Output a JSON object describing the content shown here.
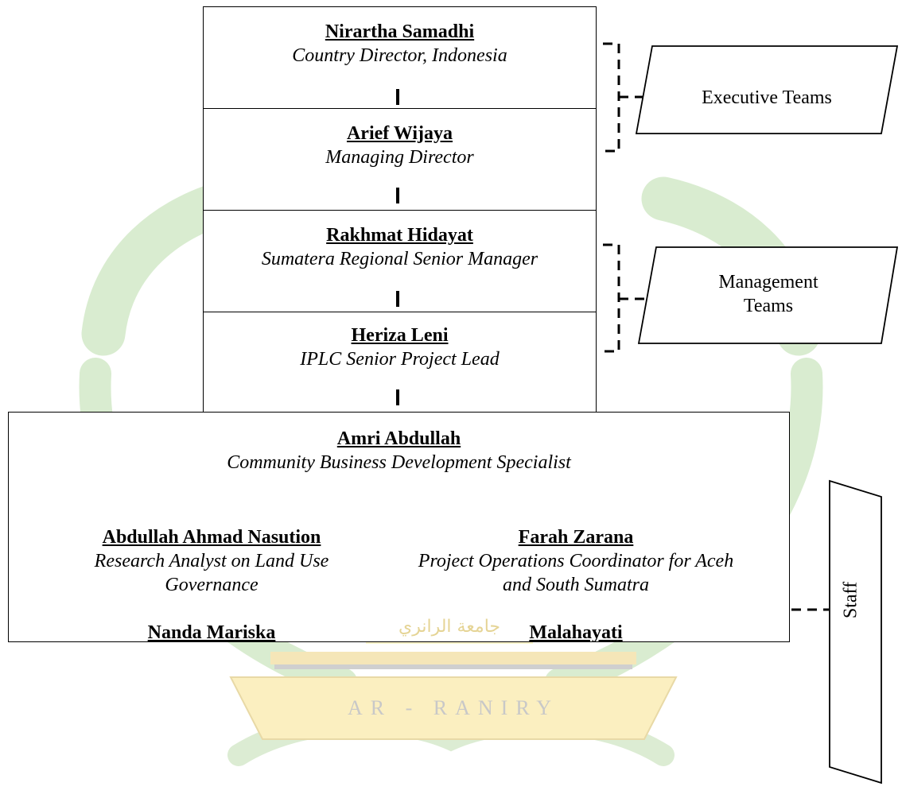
{
  "watermark": {
    "arabic": "جامعة الرانري",
    "latin": "AR - RANIRY"
  },
  "colors": {
    "watermark_green": "#c6e3b5",
    "watermark_yellow": "#fbe9a8",
    "line": "#000000"
  },
  "chain": [
    {
      "name": "Nirartha Samadhi",
      "role": "Country Director, Indonesia"
    },
    {
      "name": "Arief Wijaya",
      "role": "Managing Director"
    },
    {
      "name": "Rakhmat Hidayat",
      "role": "Sumatera Regional Senior Manager"
    },
    {
      "name": "Heriza Leni",
      "role": "IPLC Senior Project Lead"
    }
  ],
  "staff_box": {
    "lead": {
      "name": "Amri Abdullah",
      "role": "Community Business Development Specialist"
    },
    "members": [
      {
        "name": "Abdullah Ahmad Nasution",
        "role": "Research Analyst on Land Use Governance"
      },
      {
        "name": "Farah Zarana",
        "role": "Project Operations Coordinator for Aceh and South Sumatra"
      },
      {
        "name": "Nanda Mariska",
        "role": ""
      },
      {
        "name": "Malahayati",
        "role": ""
      }
    ]
  },
  "groups": {
    "executive": "Executive Teams",
    "management_line1": "Management",
    "management_line2": "Teams",
    "staff": "Staff"
  }
}
